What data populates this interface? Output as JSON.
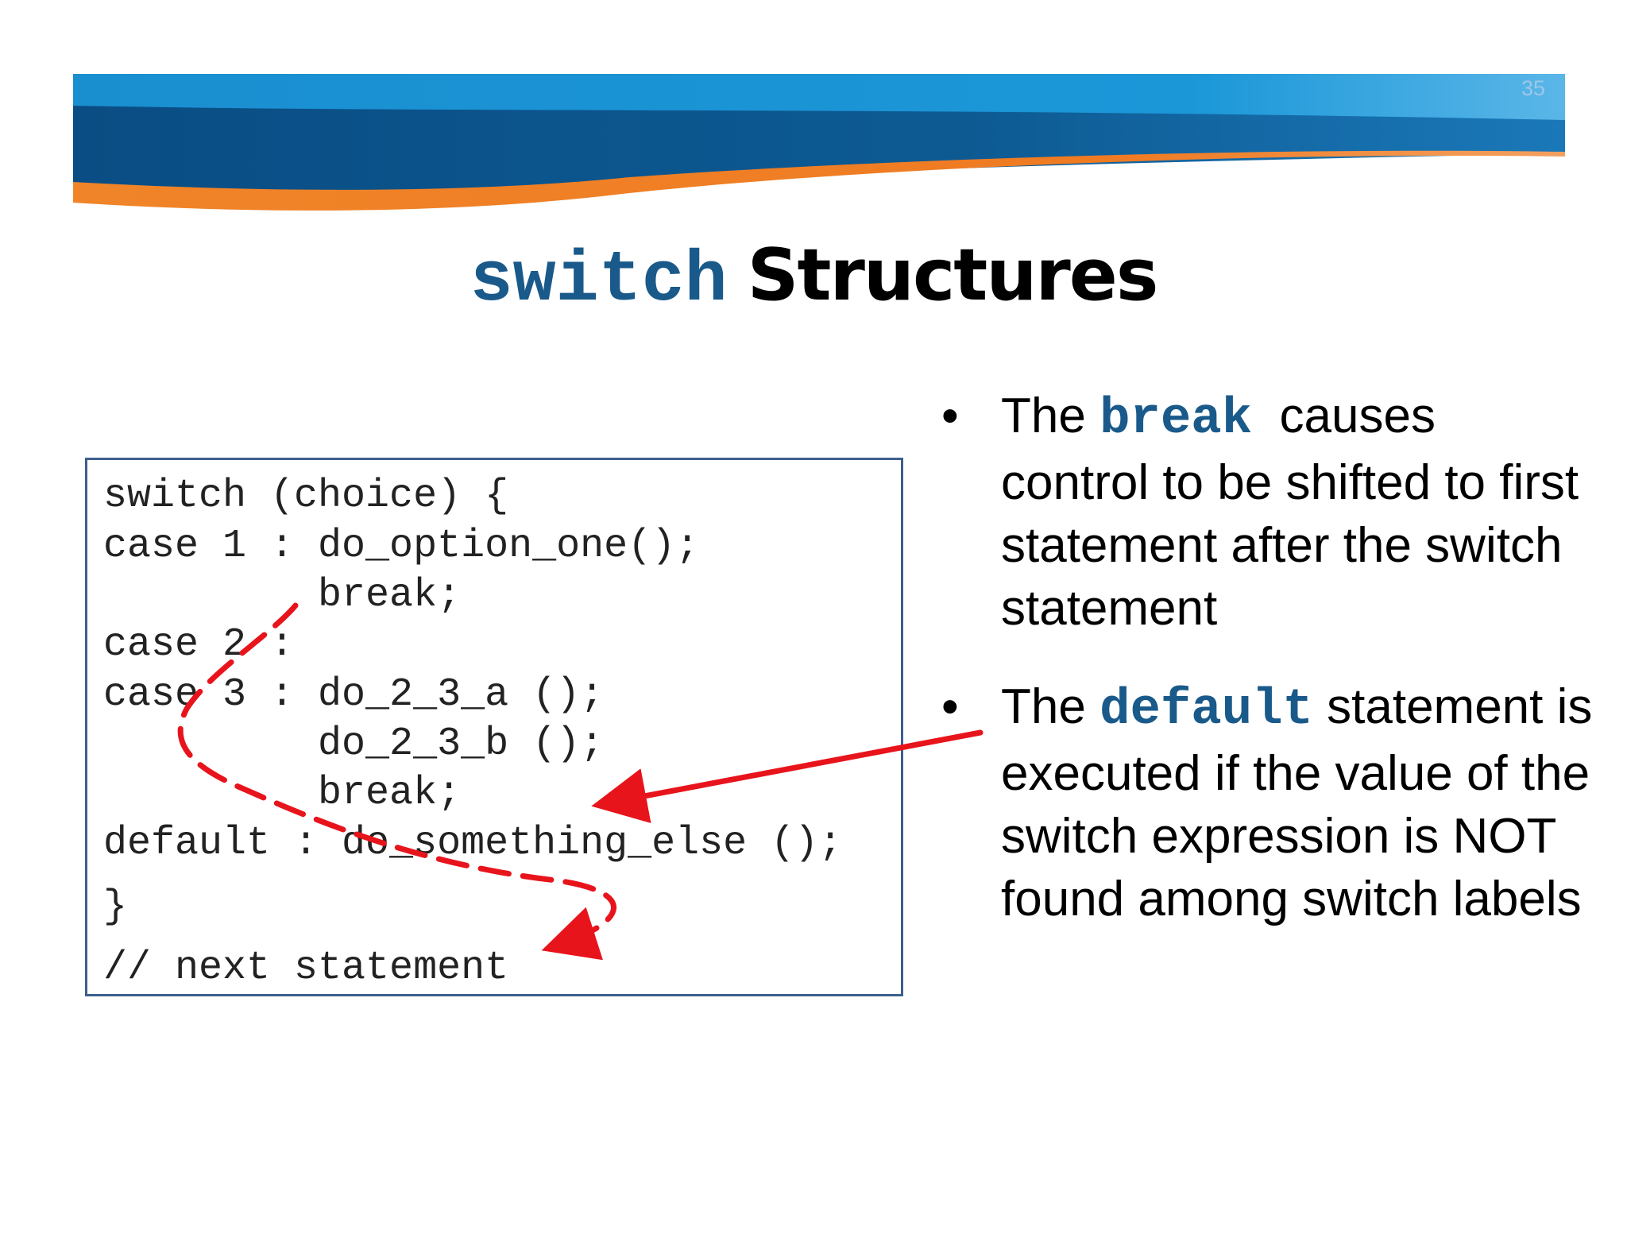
{
  "slide": {
    "page_number": "35",
    "title_code": "switch",
    "title_text": "Structures"
  },
  "code": {
    "lines": [
      "switch (choice) {",
      "case 1 : do_option_one();",
      "         break;",
      "case 2 :",
      "case 3 : do_2_3_a ();",
      "         do_2_3_b ();",
      "         break;",
      "default : do_something_else ();",
      "}",
      "// next statement"
    ]
  },
  "bullets": [
    {
      "marker": "•",
      "before": "The ",
      "keyword": "break",
      "after": "  causes control to be shifted to first statement after the switch statement"
    },
    {
      "marker": "•",
      "before": "The ",
      "keyword": "default",
      "after": " statement is executed if the value of the switch expression is NOT found among switch labels"
    }
  ],
  "colors": {
    "keyword": "#1a5a8a",
    "annotation": "#e8141c",
    "banner_dark": "#0b4f86",
    "banner_light": "#1e9ad6",
    "banner_orange": "#ef7b22"
  }
}
